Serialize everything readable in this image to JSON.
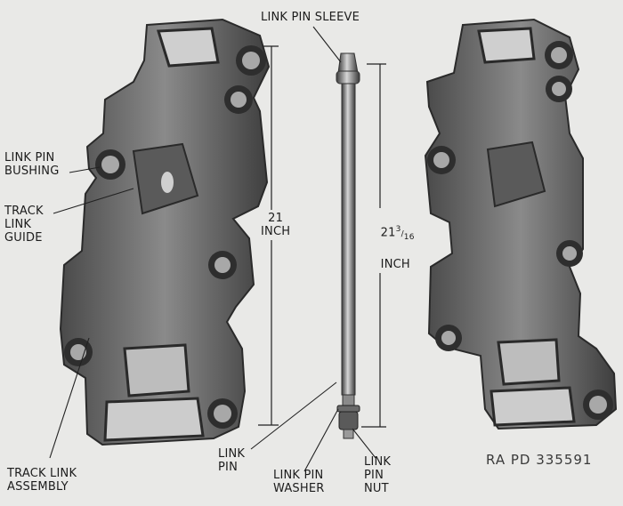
{
  "labels": {
    "link_pin_sleeve": "LINK PIN SLEEVE",
    "link_pin_bushing": "LINK PIN\nBUSHING",
    "track_link_guide": "TRACK\nLINK\nGUIDE",
    "track_link_assembly": "TRACK LINK\nASSEMBLY",
    "dim_link": "21\nINCH",
    "dim_pin_whole": "21",
    "dim_pin_num": "3",
    "dim_pin_den": "16",
    "dim_pin_unit": "INCH",
    "link_pin": "LINK\nPIN",
    "link_pin_washer": "LINK PIN\nWASHER",
    "link_pin_nut": "LINK\nPIN\nNUT"
  },
  "reference": "RA PD 335591",
  "colors": {
    "background": "#e9e9e7",
    "metal_dark": "#3b3b3b",
    "metal_mid": "#6e6e6e",
    "metal_light": "#9d9d9d",
    "ink": "#1c1c1c"
  }
}
